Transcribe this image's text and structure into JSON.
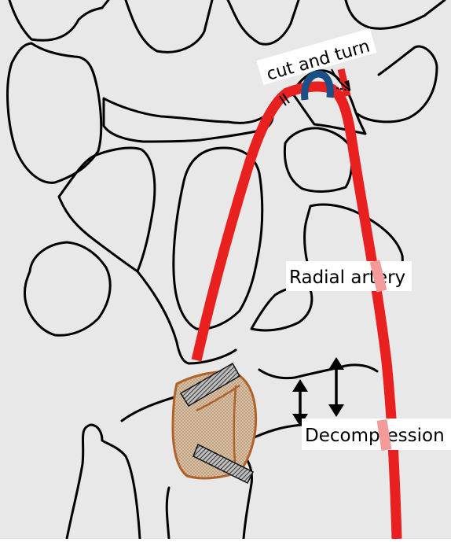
{
  "labels": {
    "cut_and_turn": "cut and turn",
    "radial_artery": "Radial artery",
    "decompression": "Decompression"
  },
  "colors": {
    "background": "#e8e8e8",
    "bone_outline": "#000000",
    "artery": "#e8201f",
    "artery_loop": "#1c4f86",
    "graft_fill": "#dcc3a6",
    "graft_border": "#b0622a",
    "label_box": "#ffffff"
  },
  "icons": [
    "bone-outline",
    "artery-path",
    "graft-block",
    "screw-icon",
    "double-arrow-icon",
    "loop-arrow-icon"
  ]
}
